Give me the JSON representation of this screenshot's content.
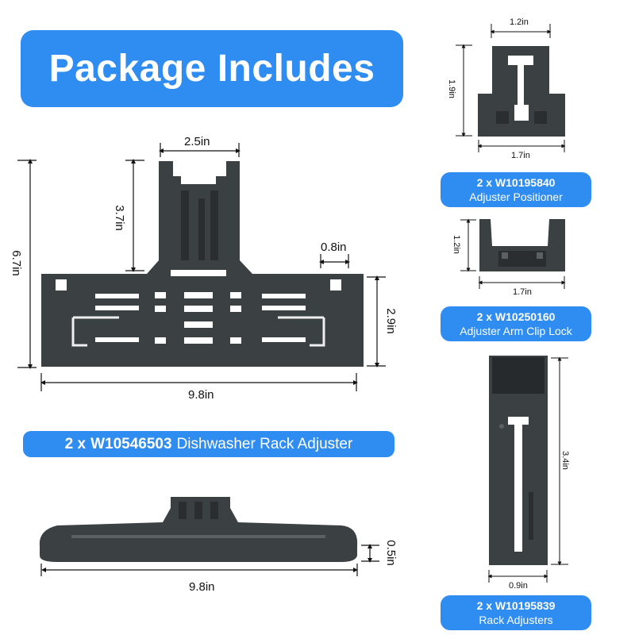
{
  "title": "Package Includes",
  "parts": {
    "rack_adjuster": {
      "qty": "2 x",
      "model": "W10546503",
      "name": "Dishwasher Rack Adjuster",
      "dims": {
        "top_width": "2.5in",
        "stem_height": "3.7in",
        "total_height": "6.7in",
        "notch": "0.8in",
        "side_height": "2.9in",
        "width": "9.8in",
        "thickness": "0.5in",
        "side_width": "9.8in"
      }
    },
    "positioner": {
      "qty": "2 x",
      "model": "W10195840",
      "name": "Adjuster Positioner",
      "dims": {
        "top": "1.2in",
        "height": "1.9in",
        "bottom": "1.7in"
      }
    },
    "clip_lock": {
      "qty": "2 x",
      "model": "W10250160",
      "name": "Adjuster Arm Clip Lock",
      "dims": {
        "height": "1.2in",
        "width": "1.7in"
      }
    },
    "rack_adjusters": {
      "qty": "2 x",
      "model": "W10195839",
      "name": "Rack Adjusters",
      "dims": {
        "height": "3.4in",
        "width": "0.9in"
      }
    }
  },
  "colors": {
    "accent": "#2f8cf0",
    "part": "#3a3f42",
    "part_dark": "#262a2c"
  }
}
